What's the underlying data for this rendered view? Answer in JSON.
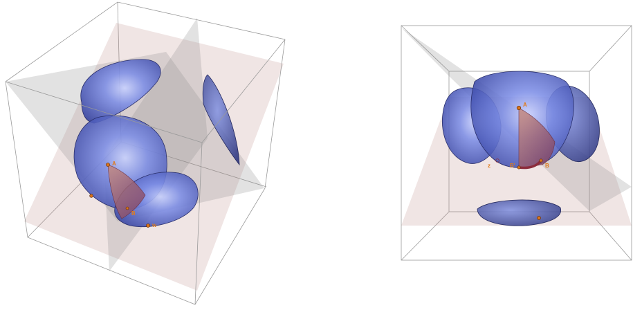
{
  "left_view": {
    "point_labels": [
      "A",
      "B",
      "w"
    ]
  },
  "right_view": {
    "point_labels": [
      "A",
      "B'",
      "B",
      "z"
    ]
  },
  "colors": {
    "surface": "#5a6bd6",
    "plane_pink": "#b98a86",
    "plane_grey": "#8a8a8a",
    "point": "#d9731a",
    "arc": "#8c2c3c"
  }
}
